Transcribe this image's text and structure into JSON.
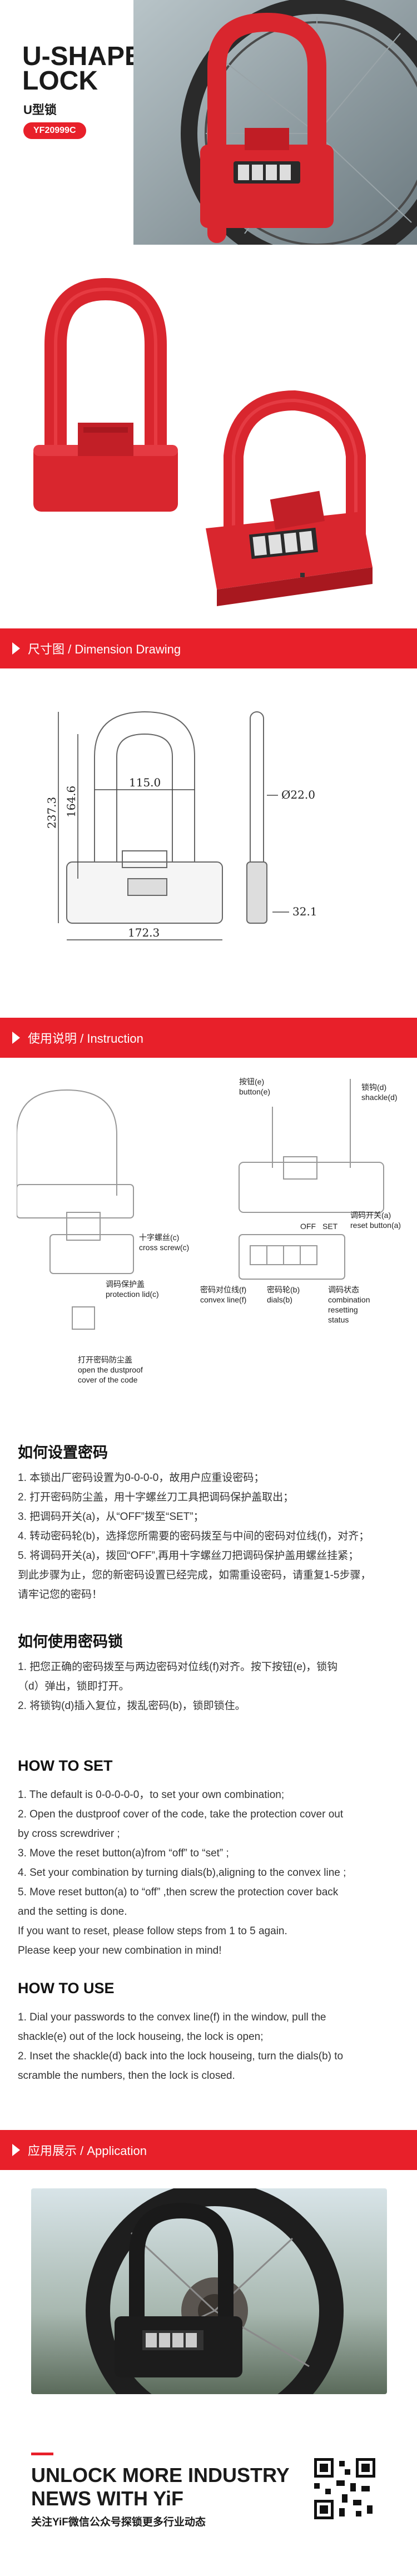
{
  "hero": {
    "title_line1": "U-SHAPE",
    "title_line2": "LOCK",
    "subtitle": "U型锁",
    "model": "YF20999C"
  },
  "sections": {
    "dimension": "尺寸图 / Dimension Drawing",
    "instruction": "使用说明 / Instruction",
    "application": "应用展示 / Application"
  },
  "dimension": {
    "width_inner": "115.0",
    "width_outer": "172.3",
    "height_total": "237.3",
    "height_shackle": "164.6",
    "shackle_dia": "Ø22.0",
    "body_depth": "32.1"
  },
  "instruction_labels": {
    "button": "按钮(e)",
    "button_en": "button(e)",
    "shackle": "锁钩(d)",
    "shackle_en": "shackle(d)",
    "cross_screw": "十字螺丝(c)",
    "cross_screw_en": "cross screw(c)",
    "protection_lid": "调码保护盖",
    "protection_lid_en": "protection lid(c)",
    "reset_button": "调码开关(a)",
    "reset_button_en": "reset button(a)",
    "convex_line": "密码对位线(f)",
    "convex_line_en": "convex line(f)",
    "dials": "密码轮(b)",
    "dials_en": "dials(b)",
    "resetting": "调码状态",
    "resetting_en1": "combination",
    "resetting_en2": "resetting",
    "resetting_en3": "status",
    "open_cover": "打开密码防尘盖",
    "open_cover_en1": "open the dustproof",
    "open_cover_en2": "cover of the code",
    "off_mark": "OFF",
    "set_mark": "SET"
  },
  "how_set_cn": {
    "title": "如何设置密码",
    "lines": [
      "1. 本锁出厂密码设置为0-0-0-0，故用户应重设密码；",
      "2. 打开密码防尘盖，用十字螺丝刀工具把调码保护盖取出；",
      "3. 把调码开关(a)，从“OFF”拨至“SET”；",
      "4. 转动密码轮(b)，选择您所需要的密码拨至与中间的密码对位线(f)，对齐；",
      "5. 将调码开关(a)，拨回“OFF”,再用十字螺丝刀把调码保护盖用螺丝挂紧；",
      "   到此步骤为止，您的新密码设置已经完成，如需重设密码，请重复1-5步骤，",
      "   请牢记您的密码！"
    ]
  },
  "how_use_cn": {
    "title": "如何使用密码锁",
    "lines": [
      "1. 把您正确的密码拨至与两边密码对位线(f)对齐。按下按钮(e)，锁钩",
      "（d）弹出，锁即打开。",
      "2. 将锁钩(d)插入复位，拨乱密码(b)，锁即锁住。"
    ]
  },
  "how_set_en": {
    "title": "HOW TO SET",
    "lines": [
      "1. The default is 0-0-0-0-0，to set your own combination;",
      "2. Open the dustproof cover of the code, take the protection cover out",
      "    by cross screwdriver ;",
      "3. Move the reset button(a)from   “off”  to “set” ;",
      "4. Set your combination by turning dials(b),aligning to the convex line ;",
      "5. Move reset button(a) to  “off” ,then screw the protection cover back",
      "    and the setting is done.",
      "    If you want to reset, please follow steps from 1 to 5 again.",
      "    Please keep your new combination in mind!"
    ]
  },
  "how_use_en": {
    "title": "HOW TO USE",
    "lines": [
      "1. Dial your passwords to the convex line(f) in the window, pull the",
      "shackle(e) out of  the lock houseing, the lock is open;",
      "2. Inset the shackle(d) back into the lock houseing, turn the dials(b) to",
      "scramble the numbers, then the lock is closed."
    ]
  },
  "footer": {
    "title_line1": "UNLOCK MORE INDUSTRY",
    "title_line2": "NEWS WITH YiF",
    "subtitle": "关注YiF微信公众号探锁更多行业动态"
  },
  "colors": {
    "brand_red": "#e8202a",
    "lock_red": "#d9262e"
  }
}
